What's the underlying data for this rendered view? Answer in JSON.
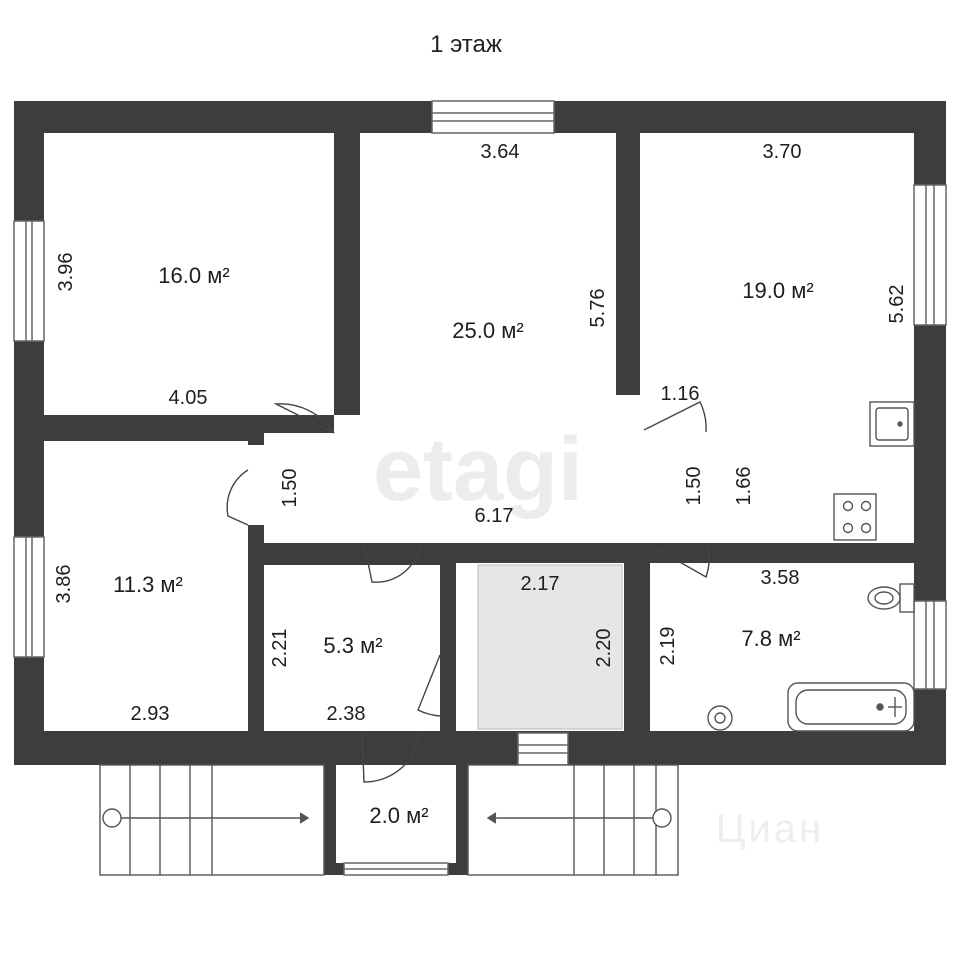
{
  "title": "1 этаж",
  "watermark": "etagi",
  "watermark_secondary": "Циан",
  "colors": {
    "wall": "#3d3d3f",
    "floor": "#ffffff",
    "highlight_room": "#e6e6e8",
    "line": "#444444"
  },
  "rooms": [
    {
      "area": "16.0 м²",
      "dims": [
        "3.96",
        "4.05"
      ]
    },
    {
      "area": "25.0 м²",
      "dims": [
        "3.64",
        "5.76"
      ]
    },
    {
      "area": "19.0 м²",
      "dims": [
        "3.70",
        "5.62",
        "1.16",
        "1.66"
      ]
    },
    {
      "area": "11.3 м²",
      "dims": [
        "3.86",
        "2.93"
      ]
    },
    {
      "area": "5.3 м²",
      "dims": [
        "2.21",
        "2.38"
      ]
    },
    {
      "area": "",
      "dims": [
        "2.17",
        "2.20"
      ]
    },
    {
      "area": "7.8 м²",
      "dims": [
        "3.58",
        "2.19"
      ]
    },
    {
      "area": "2.0 м²",
      "dims": []
    }
  ],
  "corridor_dims": [
    "1.50",
    "6.17",
    "1.50"
  ]
}
